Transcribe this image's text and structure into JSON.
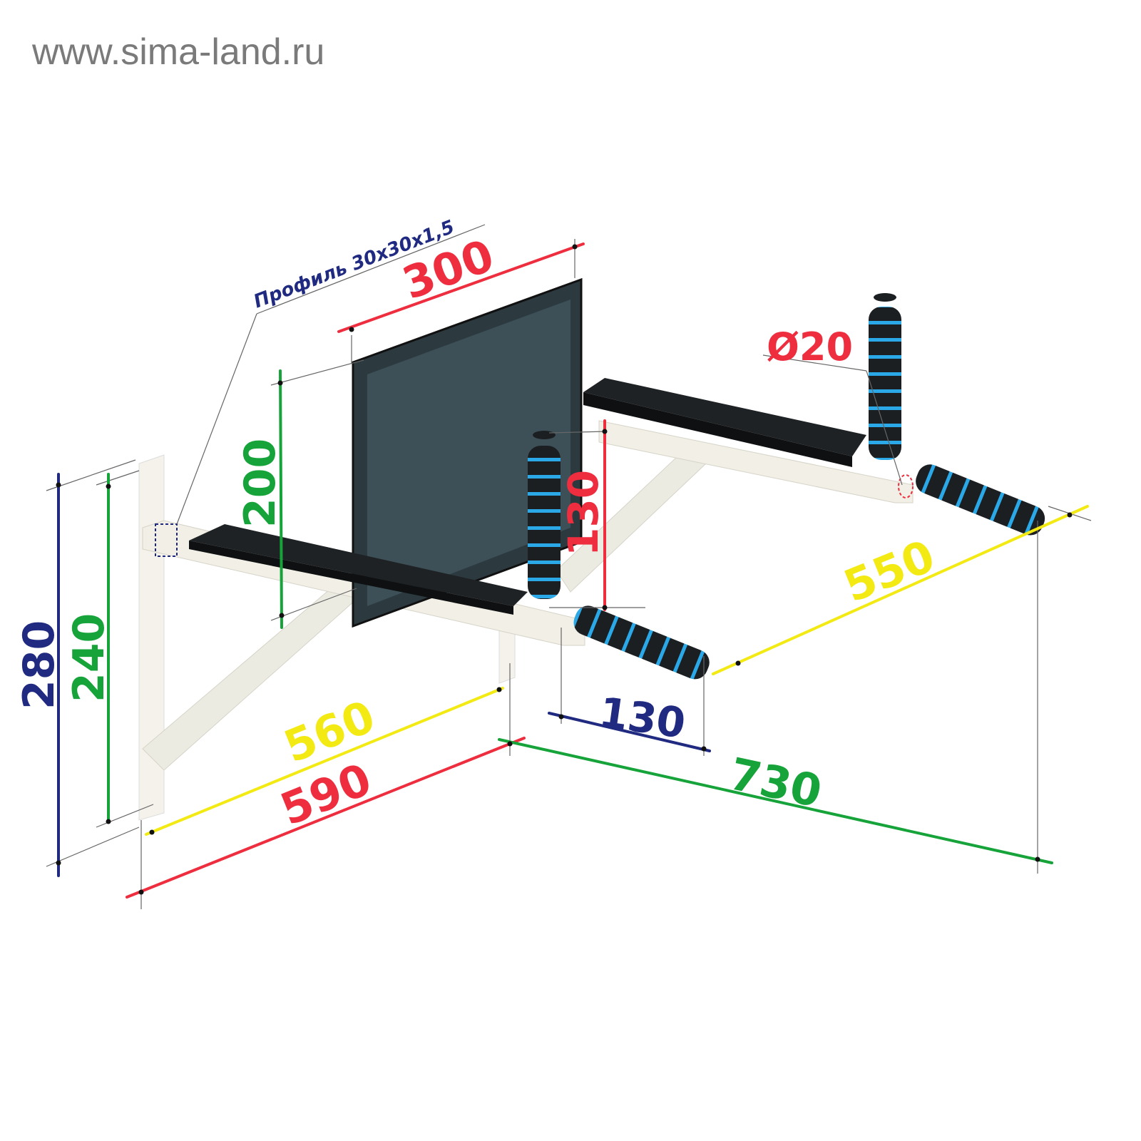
{
  "watermark": "www.sima-land.ru",
  "profile_label": "Профиль 30x30x1,5",
  "dimensions": {
    "backrest_width": "300",
    "backrest_height": "200",
    "grip_diameter": "Ø20",
    "grip_height": "130",
    "total_height": "280",
    "bracket_height": "240",
    "grip_span": "550",
    "depth_inner": "560",
    "depth_outer": "590",
    "grip_length": "130",
    "total_width": "730"
  },
  "colors": {
    "red": "#ee2e3e",
    "green": "#16a33a",
    "navy": "#1f2a80",
    "yellow": "#f3ea14",
    "frame": "#f1efe6",
    "pad": "#1f2224",
    "grip_blue": "#2aa8e8"
  }
}
